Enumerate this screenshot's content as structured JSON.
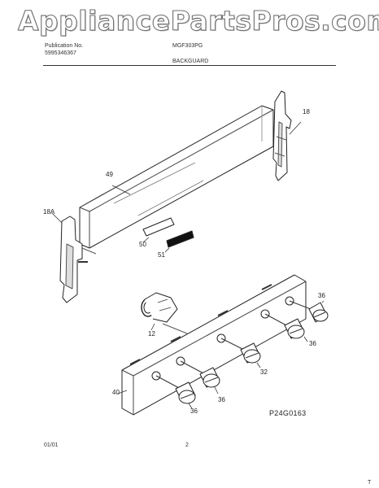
{
  "watermark": "AppliancePartsPros.com",
  "header": {
    "publication_label": "Publication No.",
    "publication_number": "5995346367",
    "model": "MGF303PG",
    "section": "BACKGUARD"
  },
  "callouts": {
    "c18": "18",
    "c49": "49",
    "c18A": "18A",
    "c50": "50",
    "c51": "51",
    "c12": "12",
    "c36_a": "36",
    "c36_b": "36",
    "c32": "32",
    "c40": "40",
    "c36_c": "36",
    "c36_d": "36"
  },
  "diagram_code": "P24G0163",
  "footer": {
    "date": "01/01",
    "page": "2",
    "mark": "T"
  }
}
